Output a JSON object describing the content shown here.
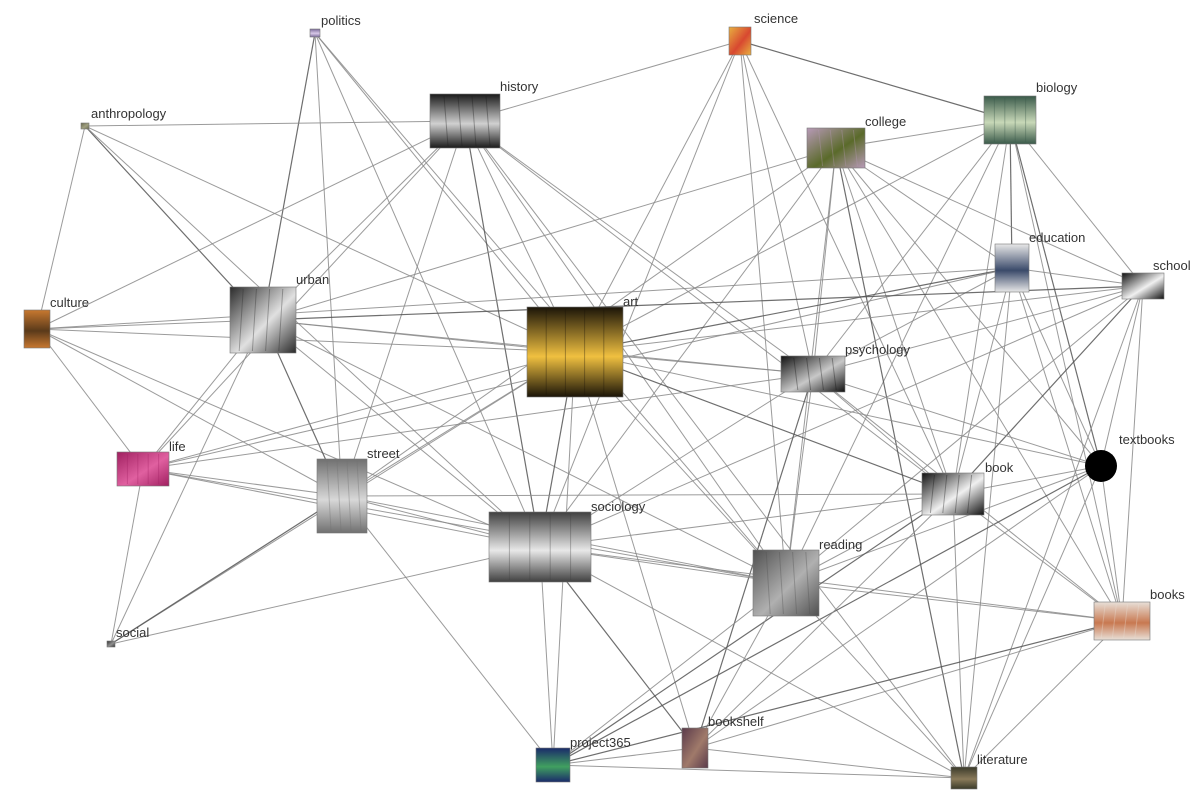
{
  "nodes": [
    {
      "id": "politics",
      "label": "politics",
      "kind": "photo",
      "colors": [
        "#7a6a9a",
        "#d8c8e8"
      ]
    },
    {
      "id": "science",
      "label": "science",
      "kind": "photo",
      "colors": [
        "#e8b040",
        "#d84830"
      ]
    },
    {
      "id": "history",
      "label": "history",
      "kind": "photo",
      "colors": [
        "#1a1a1a",
        "#d0d0d0"
      ]
    },
    {
      "id": "anthropology",
      "label": "anthropology",
      "kind": "photo",
      "colors": [
        "#6a6a50",
        "#a0a080"
      ]
    },
    {
      "id": "biology",
      "label": "biology",
      "kind": "photo",
      "colors": [
        "#3a5a4a",
        "#c8d8b8"
      ]
    },
    {
      "id": "college",
      "label": "college",
      "kind": "photo",
      "colors": [
        "#b89ab8",
        "#5a6a2a"
      ]
    },
    {
      "id": "education",
      "label": "education",
      "kind": "photo",
      "colors": [
        "#e8e8e8",
        "#3a4a6a"
      ]
    },
    {
      "id": "school",
      "label": "school",
      "kind": "photo",
      "colors": [
        "#101010",
        "#f0f0f0"
      ]
    },
    {
      "id": "culture",
      "label": "culture",
      "kind": "photo",
      "colors": [
        "#c87830",
        "#5a3a1a"
      ]
    },
    {
      "id": "urban",
      "label": "urban",
      "kind": "photo",
      "colors": [
        "#2a2a2a",
        "#e0e0e0"
      ]
    },
    {
      "id": "art",
      "label": "art",
      "kind": "photo",
      "colors": [
        "#1a1408",
        "#f0c040"
      ]
    },
    {
      "id": "psychology",
      "label": "psychology",
      "kind": "photo",
      "colors": [
        "#101010",
        "#c8c8c8"
      ]
    },
    {
      "id": "textbooks",
      "label": "textbooks",
      "kind": "dot",
      "colors": [
        "#000000",
        "#000000"
      ]
    },
    {
      "id": "life",
      "label": "life",
      "kind": "photo",
      "colors": [
        "#a02060",
        "#e060a0"
      ]
    },
    {
      "id": "street",
      "label": "street",
      "kind": "photo",
      "colors": [
        "#707070",
        "#d8d8d8"
      ]
    },
    {
      "id": "book",
      "label": "book",
      "kind": "photo",
      "colors": [
        "#101010",
        "#f0f0f0"
      ]
    },
    {
      "id": "sociology",
      "label": "sociology",
      "kind": "photo",
      "colors": [
        "#404040",
        "#e8e8e8"
      ]
    },
    {
      "id": "reading",
      "label": "reading",
      "kind": "photo",
      "colors": [
        "#505050",
        "#b0b0b0"
      ]
    },
    {
      "id": "books",
      "label": "books",
      "kind": "photo",
      "colors": [
        "#e8e0d8",
        "#c87850"
      ]
    },
    {
      "id": "social",
      "label": "social",
      "kind": "photo",
      "colors": [
        "#303030",
        "#909090"
      ]
    },
    {
      "id": "project365",
      "label": "project365",
      "kind": "photo",
      "colors": [
        "#1a2a6a",
        "#40a060"
      ]
    },
    {
      "id": "bookshelf",
      "label": "bookshelf",
      "kind": "photo",
      "colors": [
        "#5a3a4a",
        "#a07a6a"
      ]
    },
    {
      "id": "literature",
      "label": "literature",
      "kind": "photo",
      "colors": [
        "#3a3a2a",
        "#8a7a5a"
      ]
    }
  ],
  "edges": [
    [
      "politics",
      "urban"
    ],
    [
      "politics",
      "street"
    ],
    [
      "politics",
      "sociology"
    ],
    [
      "politics",
      "art"
    ],
    [
      "politics",
      "reading"
    ],
    [
      "anthropology",
      "history"
    ],
    [
      "anthropology",
      "culture"
    ],
    [
      "anthropology",
      "urban"
    ],
    [
      "anthropology",
      "sociology"
    ],
    [
      "anthropology",
      "art"
    ],
    [
      "history",
      "culture"
    ],
    [
      "history",
      "science"
    ],
    [
      "history",
      "urban"
    ],
    [
      "history",
      "street"
    ],
    [
      "history",
      "sociology"
    ],
    [
      "history",
      "art"
    ],
    [
      "history",
      "reading"
    ],
    [
      "history",
      "psychology"
    ],
    [
      "history",
      "book"
    ],
    [
      "history",
      "life"
    ],
    [
      "history",
      "literature"
    ],
    [
      "science",
      "biology"
    ],
    [
      "science",
      "art"
    ],
    [
      "science",
      "sociology"
    ],
    [
      "science",
      "psychology"
    ],
    [
      "science",
      "reading"
    ],
    [
      "science",
      "book"
    ],
    [
      "biology",
      "college"
    ],
    [
      "biology",
      "education"
    ],
    [
      "biology",
      "school"
    ],
    [
      "biology",
      "art"
    ],
    [
      "biology",
      "psychology"
    ],
    [
      "biology",
      "reading"
    ],
    [
      "biology",
      "book"
    ],
    [
      "biology",
      "books"
    ],
    [
      "biology",
      "textbooks"
    ],
    [
      "college",
      "urban"
    ],
    [
      "college",
      "street"
    ],
    [
      "college",
      "sociology"
    ],
    [
      "college",
      "school"
    ],
    [
      "college",
      "education"
    ],
    [
      "college",
      "book"
    ],
    [
      "college",
      "literature"
    ],
    [
      "college",
      "textbooks"
    ],
    [
      "college",
      "reading"
    ],
    [
      "college",
      "psychology"
    ],
    [
      "college",
      "books"
    ],
    [
      "education",
      "school"
    ],
    [
      "education",
      "culture"
    ],
    [
      "education",
      "art"
    ],
    [
      "education",
      "psychology"
    ],
    [
      "education",
      "books"
    ],
    [
      "education",
      "literature"
    ],
    [
      "education",
      "textbooks"
    ],
    [
      "education",
      "book"
    ],
    [
      "education",
      "life"
    ],
    [
      "school",
      "urban"
    ],
    [
      "school",
      "art"
    ],
    [
      "school",
      "psychology"
    ],
    [
      "school",
      "textbooks"
    ],
    [
      "school",
      "books"
    ],
    [
      "school",
      "literature"
    ],
    [
      "school",
      "sociology"
    ],
    [
      "school",
      "book"
    ],
    [
      "school",
      "reading"
    ],
    [
      "culture",
      "urban"
    ],
    [
      "culture",
      "art"
    ],
    [
      "culture",
      "life"
    ],
    [
      "culture",
      "street"
    ],
    [
      "culture",
      "sociology"
    ],
    [
      "urban",
      "street"
    ],
    [
      "urban",
      "life"
    ],
    [
      "urban",
      "social"
    ],
    [
      "urban",
      "sociology"
    ],
    [
      "urban",
      "art"
    ],
    [
      "urban",
      "psychology"
    ],
    [
      "urban",
      "reading"
    ],
    [
      "art",
      "sociology"
    ],
    [
      "art",
      "street"
    ],
    [
      "art",
      "life"
    ],
    [
      "art",
      "reading"
    ],
    [
      "art",
      "project365"
    ],
    [
      "art",
      "bookshelf"
    ],
    [
      "art",
      "psychology"
    ],
    [
      "art",
      "book"
    ],
    [
      "art",
      "textbooks"
    ],
    [
      "art",
      "social"
    ],
    [
      "psychology",
      "textbooks"
    ],
    [
      "psychology",
      "sociology"
    ],
    [
      "psychology",
      "reading"
    ],
    [
      "psychology",
      "book"
    ],
    [
      "psychology",
      "bookshelf"
    ],
    [
      "psychology",
      "books"
    ],
    [
      "psychology",
      "life"
    ],
    [
      "textbooks",
      "book"
    ],
    [
      "textbooks",
      "reading"
    ],
    [
      "textbooks",
      "bookshelf"
    ],
    [
      "textbooks",
      "literature"
    ],
    [
      "textbooks",
      "project365"
    ],
    [
      "life",
      "street"
    ],
    [
      "life",
      "sociology"
    ],
    [
      "life",
      "social"
    ],
    [
      "life",
      "reading"
    ],
    [
      "street",
      "sociology"
    ],
    [
      "street",
      "reading"
    ],
    [
      "street",
      "social"
    ],
    [
      "street",
      "project365"
    ],
    [
      "street",
      "book"
    ],
    [
      "sociology",
      "reading"
    ],
    [
      "sociology",
      "book"
    ],
    [
      "sociology",
      "books"
    ],
    [
      "sociology",
      "project365"
    ],
    [
      "sociology",
      "bookshelf"
    ],
    [
      "sociology",
      "literature"
    ],
    [
      "sociology",
      "social"
    ],
    [
      "book",
      "reading"
    ],
    [
      "book",
      "books"
    ],
    [
      "book",
      "literature"
    ],
    [
      "book",
      "bookshelf"
    ],
    [
      "book",
      "project365"
    ],
    [
      "reading",
      "books"
    ],
    [
      "reading",
      "bookshelf"
    ],
    [
      "reading",
      "literature"
    ],
    [
      "reading",
      "project365"
    ],
    [
      "books",
      "literature"
    ],
    [
      "books",
      "bookshelf"
    ],
    [
      "books",
      "project365"
    ],
    [
      "books",
      "textbooks"
    ],
    [
      "bookshelf",
      "literature"
    ],
    [
      "project365",
      "literature"
    ],
    [
      "project365",
      "bookshelf"
    ]
  ]
}
